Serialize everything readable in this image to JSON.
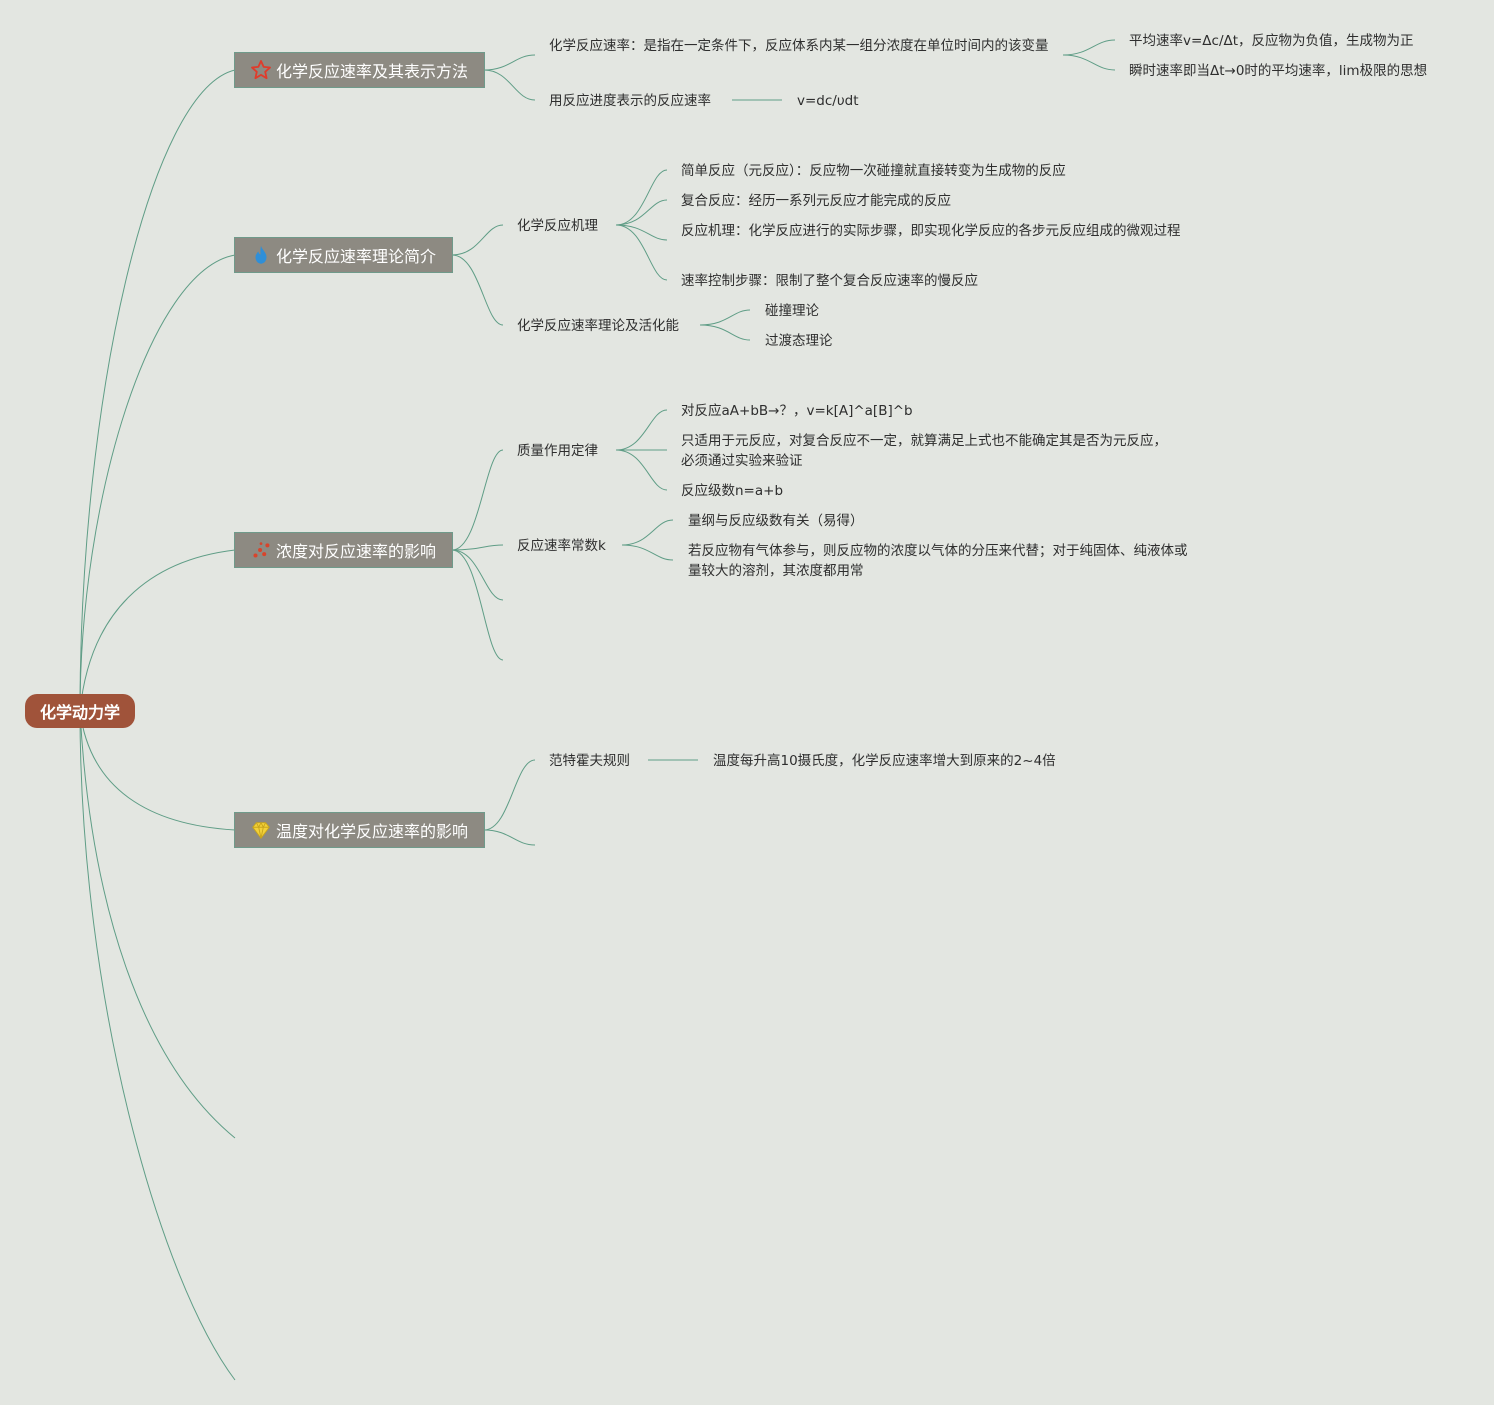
{
  "root": {
    "label": "化学动力学"
  },
  "branches": [
    {
      "label": "化学反应速率及其表示方法",
      "icon": "star-icon",
      "icon_color": "#e03b2b",
      "children": [
        {
          "label": "化学反应速率：是指在一定条件下，反应体系内某一组分浓度在单位时间内的该变量",
          "children": [
            {
              "label": "平均速率v=Δc/Δt，反应物为负值，生成物为正"
            },
            {
              "label": "瞬时速率即当Δt→0时的平均速率，lim极限的思想"
            }
          ]
        },
        {
          "label": "用反应进度表示的反应速率",
          "children": [
            {
              "label": "v=dc/υdt"
            }
          ]
        }
      ]
    },
    {
      "label": "化学反应速率理论简介",
      "icon": "flame-icon",
      "icon_color": "#2f8fd8",
      "children": [
        {
          "label": "化学反应机理",
          "children": [
            {
              "label": "简单反应（元反应）：反应物一次碰撞就直接转变为生成物的反应"
            },
            {
              "label": "复合反应：经历一系列元反应才能完成的反应"
            },
            {
              "label": "反应机理：化学反应进行的实际步骤，即实现化学反应的各步元反应组成的微观过程"
            },
            {
              "label": "速率控制步骤：限制了整个复合反应速率的慢反应"
            }
          ]
        },
        {
          "label": "化学反应速率理论及活化能",
          "children": [
            {
              "label": "碰撞理论"
            },
            {
              "label": "过渡态理论"
            }
          ]
        }
      ]
    },
    {
      "label": "浓度对反应速率的影响",
      "icon": "scatter-dots-icon",
      "icon_color": "#d8442c",
      "children": [
        {
          "label": "质量作用定律",
          "children": [
            {
              "label": "对反应aA+bB→？，v=k[A]^a[B]^b"
            },
            {
              "label": "只适用于元反应，对复合反应不一定，就算满足上式也不能确定其是否为元反应，必须通过实验来验证"
            },
            {
              "label": "反应级数n=a+b"
            }
          ]
        },
        {
          "label": "反应速率常数k",
          "children": [
            {
              "label": "量纲与反应级数有关（易得）"
            },
            {
              "label": "若反应物有气体参与，则反应物的浓度以气体的分压来代替；对于纯固体、纯液体或量较大的溶剂，其浓度都用常"
            }
          ]
        }
      ]
    },
    {
      "label": "温度对化学反应速率的影响",
      "icon": "gem-icon",
      "icon_color": "#f2d13a",
      "children": [
        {
          "label": "范特霍夫规则",
          "children": [
            {
              "label": "温度每升高10摄氏度，化学反应速率增大到原来的2~4倍"
            }
          ]
        }
      ]
    }
  ]
}
